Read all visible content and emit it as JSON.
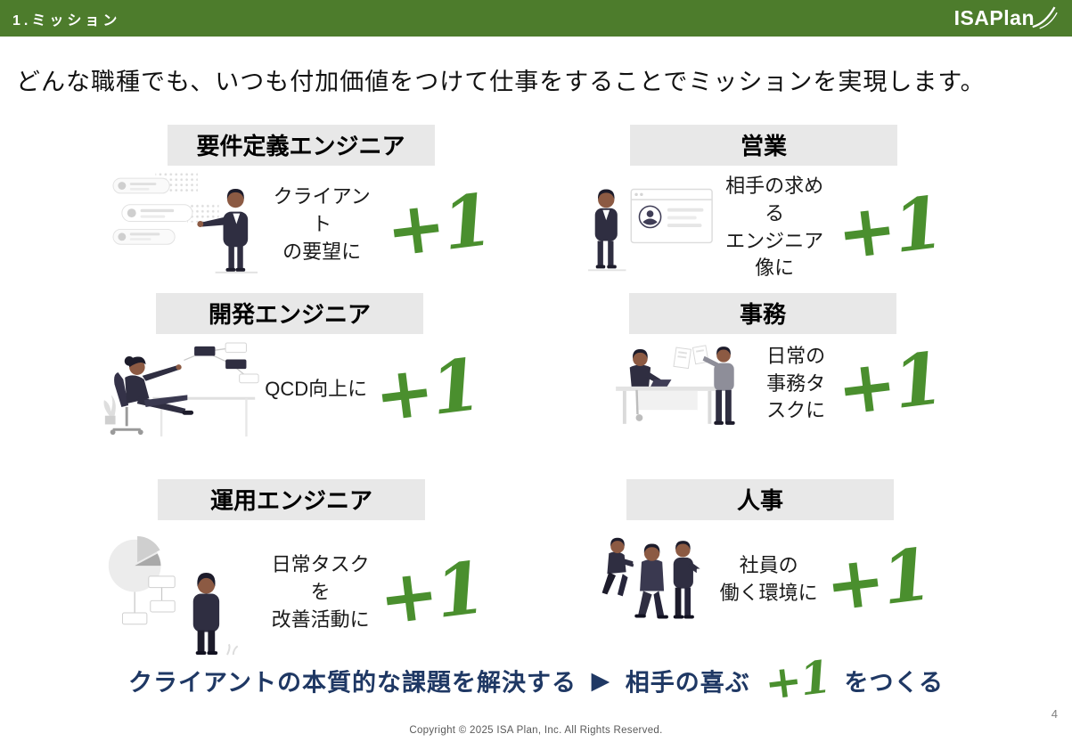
{
  "header": {
    "section_title": "1.ミッション",
    "logo_text": "ISAPlan"
  },
  "lead_text": "どんな職種でも、いつも付加価値をつけて仕事をすることでミッションを実現します。",
  "cards": [
    {
      "title": "要件定義エンジニア",
      "text": "クライアント\nの要望に",
      "plus": "+1",
      "illustration": "requirements-engineer-illustration"
    },
    {
      "title": "営業",
      "text": "相手の求める\nエンジニア像に",
      "plus": "+1",
      "illustration": "sales-illustration"
    },
    {
      "title": "開発エンジニア",
      "text": "QCD向上に",
      "plus": "+1",
      "illustration": "development-engineer-illustration"
    },
    {
      "title": "事務",
      "text": "日常の\n事務タスクに",
      "plus": "+1",
      "illustration": "office-work-illustration"
    },
    {
      "title": "運用エンジニア",
      "text": "日常タスクを\n改善活動に",
      "plus": "+1",
      "illustration": "operations-engineer-illustration"
    },
    {
      "title": "人事",
      "text": "社員の\n働く環境に",
      "plus": "+1",
      "illustration": "hr-illustration"
    }
  ],
  "bottom_message": {
    "part1": "クライアントの本質的な課題を解決する",
    "arrow": "▶",
    "part2": "相手の喜ぶ",
    "plus": "+1",
    "part3": "をつくる"
  },
  "footer": {
    "copyright": "Copyright © 2025 ISA Plan, Inc. All Rights Reserved.",
    "page_number": "4"
  },
  "colors": {
    "header_green": "#4d7c2c",
    "plus_green": "#4a8f2e",
    "message_navy": "#1f3864",
    "card_header_gray": "#e8e8e8"
  }
}
